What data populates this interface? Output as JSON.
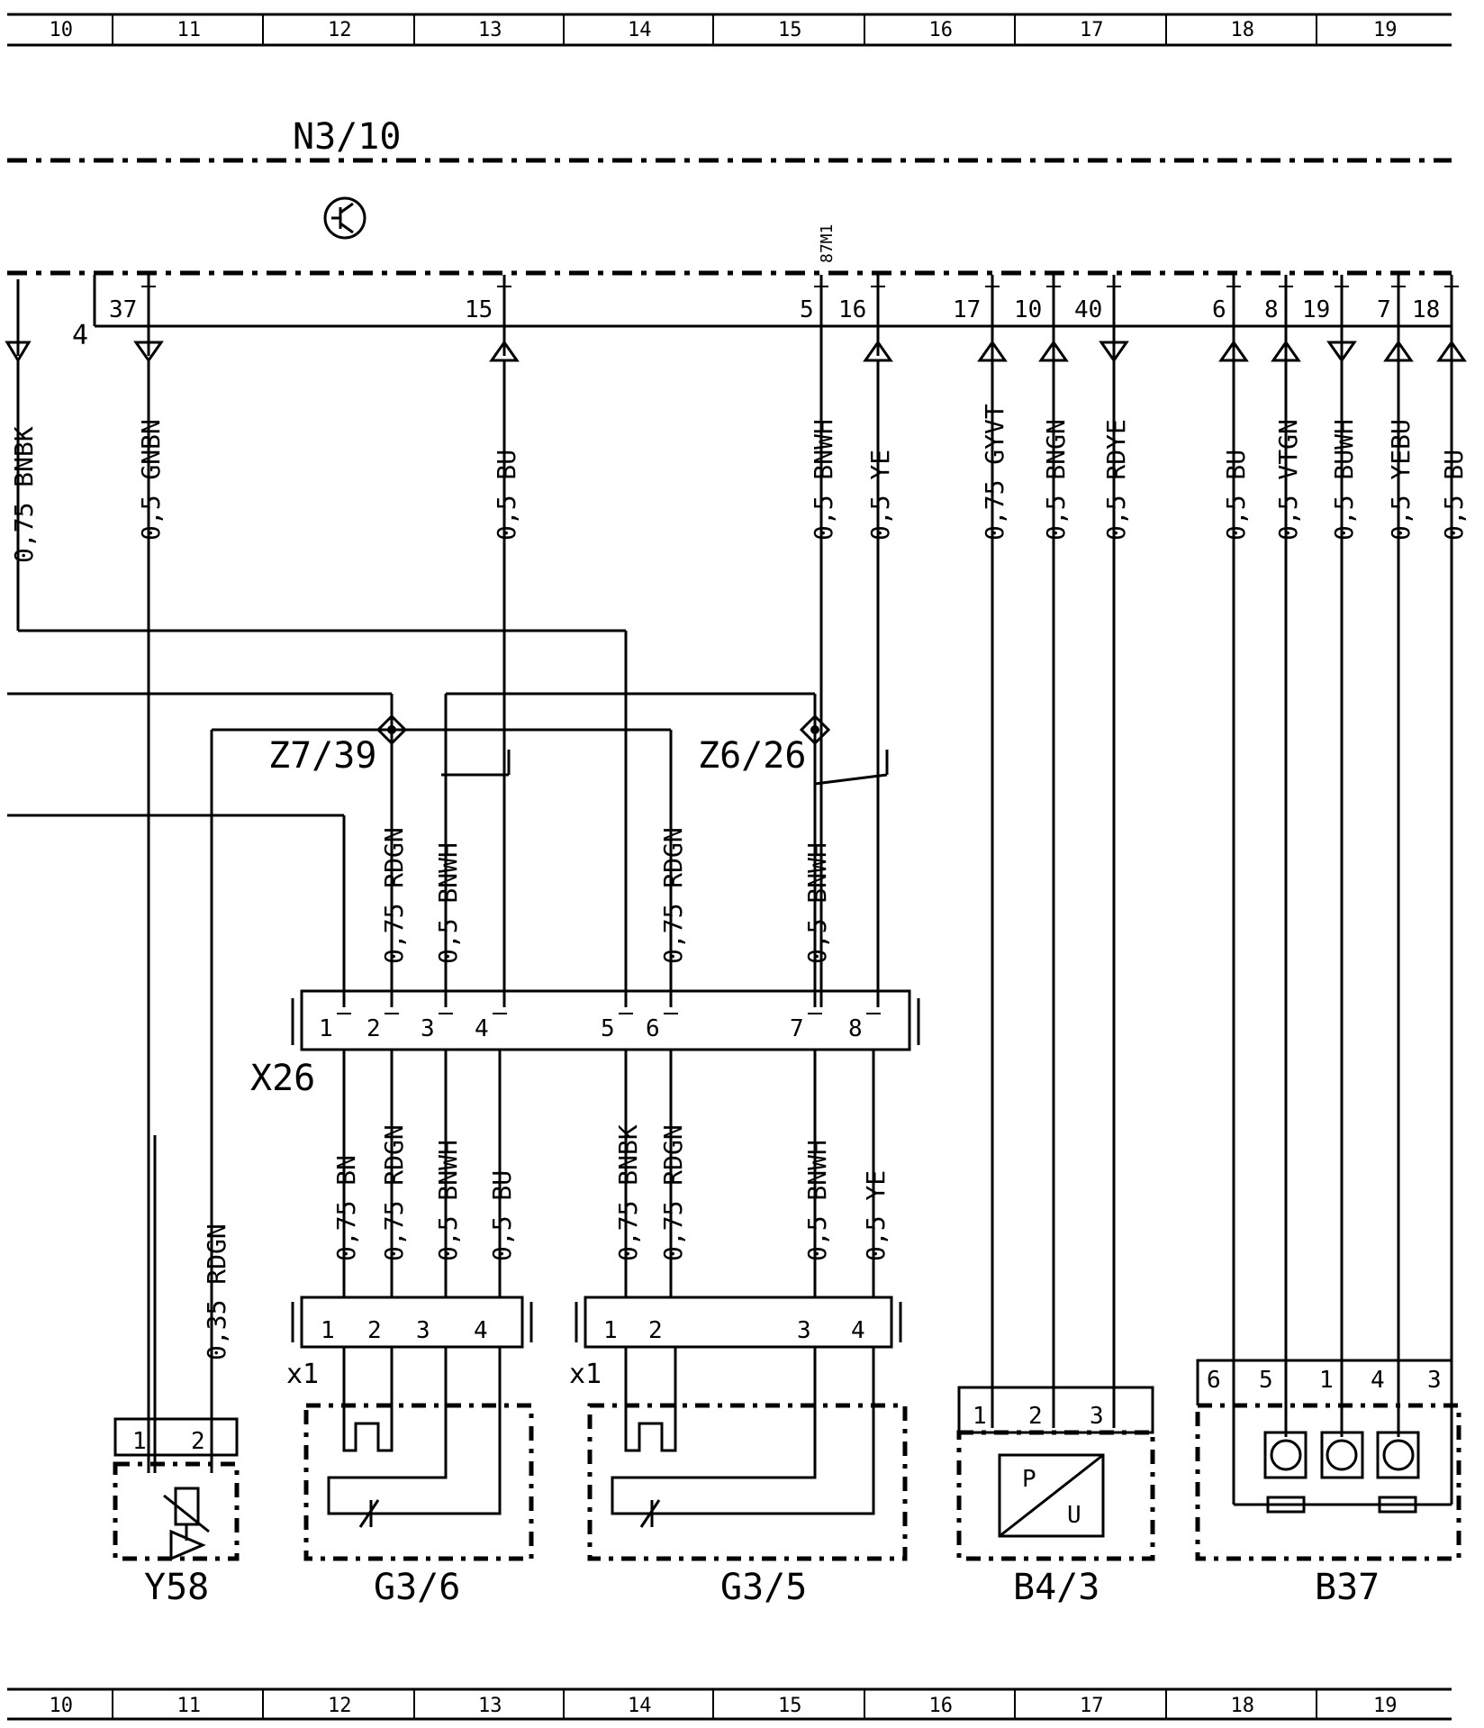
{
  "ruler": [
    "10",
    "11",
    "12",
    "13",
    "14",
    "15",
    "16",
    "17",
    "18",
    "19"
  ],
  "module": "N3/10",
  "bus_pins": [
    {
      "pin": "37",
      "wire": "0,5 GNBN",
      "dir": "down"
    },
    {
      "pin": "15",
      "wire": "0,5 BU",
      "dir": "up"
    },
    {
      "pin": "5",
      "wire": "0,5 BNWH",
      "dir": "none",
      "top": "87M1"
    },
    {
      "pin": "16",
      "wire": "0,5 YE",
      "dir": "up"
    },
    {
      "pin": "17",
      "wire": "0,75 GYVT",
      "dir": "up"
    },
    {
      "pin": "10",
      "wire": "0,5 BNGN",
      "dir": "up"
    },
    {
      "pin": "40",
      "wire": "0,5 RDYE",
      "dir": "down"
    },
    {
      "pin": "6",
      "wire": "0,5 BU",
      "dir": "up"
    },
    {
      "pin": "8",
      "wire": "0,5 VTGN",
      "dir": "up"
    },
    {
      "pin": "19",
      "wire": "0,5 BUWH",
      "dir": "down"
    },
    {
      "pin": "7",
      "wire": "0,5 YEBU",
      "dir": "up"
    },
    {
      "pin": "18",
      "wire": "0,5 BU",
      "dir": "up"
    }
  ],
  "left_bus_label": "4",
  "left_wire": "0,75 BNBK",
  "splices": [
    "Z7/39",
    "Z6/26"
  ],
  "x26": {
    "name": "X26",
    "pins": [
      "1",
      "2",
      "3",
      "4",
      "5",
      "6",
      "7",
      "8"
    ],
    "upper_wires": [
      "0,75 RDGN",
      "0,5 BNWH",
      "0,75 RDGN",
      "0,5 BNWH"
    ],
    "lower_wires": [
      "0,75 BN",
      "0,75 RDGN",
      "0,5 BNWH",
      "0,5 BU",
      "0,75 BNBK",
      "0,75 RDGN",
      "0,5 BNWH",
      "0,5 YE"
    ]
  },
  "y58": {
    "name": "Y58",
    "wire": "0,35 RDGN",
    "pins": [
      "1",
      "2"
    ]
  },
  "g36": {
    "name": "G3/6",
    "conn": "x1",
    "pins": [
      "1",
      "2",
      "3",
      "4"
    ]
  },
  "g35": {
    "name": "G3/5",
    "conn": "x1",
    "pins": [
      "1",
      "2",
      "3",
      "4"
    ]
  },
  "b43": {
    "name": "B4/3",
    "pins": [
      "1",
      "2",
      "3"
    ],
    "p": "P",
    "u": "U"
  },
  "b37": {
    "name": "B37",
    "pins": [
      "6",
      "5",
      "1",
      "4",
      "3"
    ]
  }
}
